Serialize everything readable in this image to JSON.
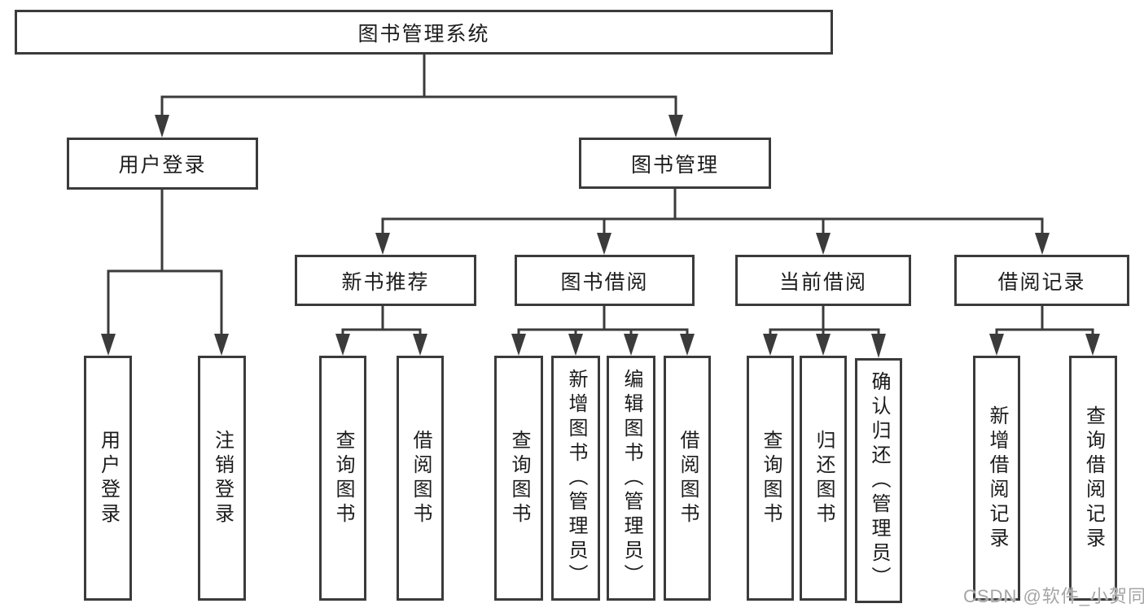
{
  "diagram": {
    "title": "图书管理系统",
    "nodes": {
      "root": {
        "label": "图书管理系统"
      },
      "level2": [
        {
          "label": "用户登录"
        },
        {
          "label": "图书管理"
        }
      ],
      "level3": [
        {
          "label": "新书推荐"
        },
        {
          "label": "图书借阅"
        },
        {
          "label": "当前借阅"
        },
        {
          "label": "借阅记录"
        }
      ],
      "leaves": [
        {
          "label": "用户登录"
        },
        {
          "label": "注销登录"
        },
        {
          "label": "查询图书"
        },
        {
          "label": "借阅图书"
        },
        {
          "label": "查询图书"
        },
        {
          "label": "新增图书（管理员）"
        },
        {
          "label": "编辑图书（管理员）"
        },
        {
          "label": "借阅图书"
        },
        {
          "label": "查询图书"
        },
        {
          "label": "归还图书"
        },
        {
          "label": "确认归还（管理员）"
        },
        {
          "label": "新增借阅记录"
        },
        {
          "label": "查询借阅记录"
        }
      ]
    },
    "hierarchy": {
      "图书管理系统": [
        "用户登录",
        "图书管理"
      ],
      "用户登录": [
        "用户登录",
        "注销登录"
      ],
      "图书管理": [
        "新书推荐",
        "图书借阅",
        "当前借阅",
        "借阅记录"
      ],
      "新书推荐": [
        "查询图书",
        "借阅图书"
      ],
      "图书借阅": [
        "查询图书",
        "新增图书（管理员）",
        "编辑图书（管理员）",
        "借阅图书"
      ],
      "当前借阅": [
        "查询图书",
        "归还图书",
        "确认归还（管理员）"
      ],
      "借阅记录": [
        "新增借阅记录",
        "查询借阅记录"
      ]
    },
    "colors": {
      "line": "#3b3b3b",
      "box_border": "#3b3b3b",
      "box_fill": "#ffffff",
      "text": "#1c1c1c",
      "watermark": "#a5a5a5",
      "background": "#ffffff"
    }
  },
  "watermark": {
    "text": "CSDN @软件_小贺同学"
  }
}
